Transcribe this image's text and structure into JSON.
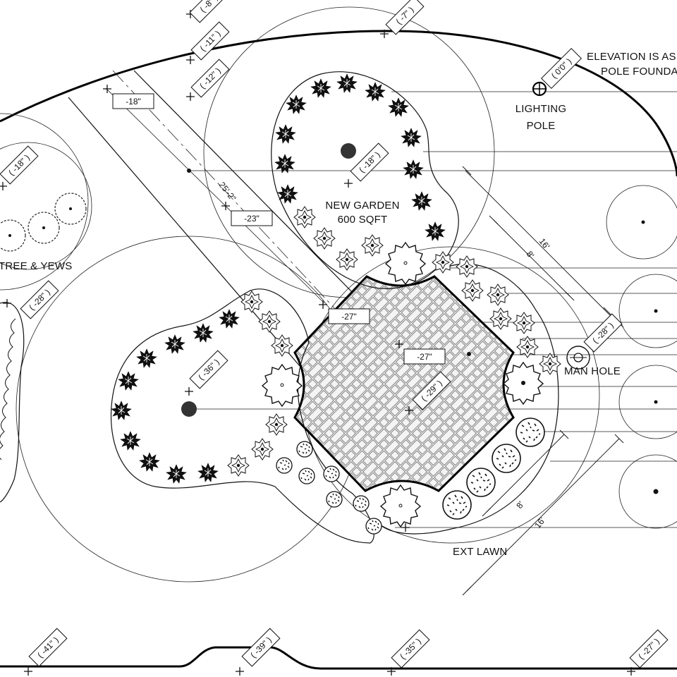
{
  "labels": {
    "elevation_note_1": "ELEVATION IS AS TO",
    "elevation_note_2": "POLE FOUNDATIO",
    "lighting_pole_1": "LIGHTING",
    "lighting_pole_2": "POLE",
    "new_garden_1": "NEW GARDEN",
    "new_garden_2": "600 SQFT",
    "tree_yews": "TREE & YEWS",
    "man_hole": "MAN HOLE",
    "ext_lawn": "EXT LAWN"
  },
  "elevations": [
    {
      "id": "e1",
      "text": "( -8\" )"
    },
    {
      "id": "e2",
      "text": "( -11\" )"
    },
    {
      "id": "e3",
      "text": "( -12\" )"
    },
    {
      "id": "e4",
      "text": "( -7\" )"
    },
    {
      "id": "e5",
      "text": "( 0'0\" )"
    },
    {
      "id": "e6",
      "text": "( -18\" )"
    },
    {
      "id": "e7",
      "text": "( -18\" )"
    },
    {
      "id": "e8",
      "text": "( -28\" )"
    },
    {
      "id": "e9",
      "text": "( -36\" )"
    },
    {
      "id": "e10",
      "text": "( -29\" )"
    },
    {
      "id": "e11",
      "text": "( -28\" )"
    },
    {
      "id": "e12",
      "text": "( -41\" )"
    },
    {
      "id": "e13",
      "text": "( -39\" )"
    },
    {
      "id": "e14",
      "text": "( -35\" )"
    },
    {
      "id": "e15",
      "text": "( -27\" )"
    }
  ],
  "grades": [
    {
      "id": "g1",
      "text": "-18\""
    },
    {
      "id": "g2",
      "text": "-23\""
    },
    {
      "id": "g3",
      "text": "-27\""
    },
    {
      "id": "g4",
      "text": "-27\""
    }
  ],
  "dimensions": [
    {
      "id": "d1",
      "text": "25'-2\""
    },
    {
      "id": "d2",
      "text": "16'"
    },
    {
      "id": "d3",
      "text": "8'"
    },
    {
      "id": "d4",
      "text": "8'"
    },
    {
      "id": "d5",
      "text": "16'"
    }
  ]
}
